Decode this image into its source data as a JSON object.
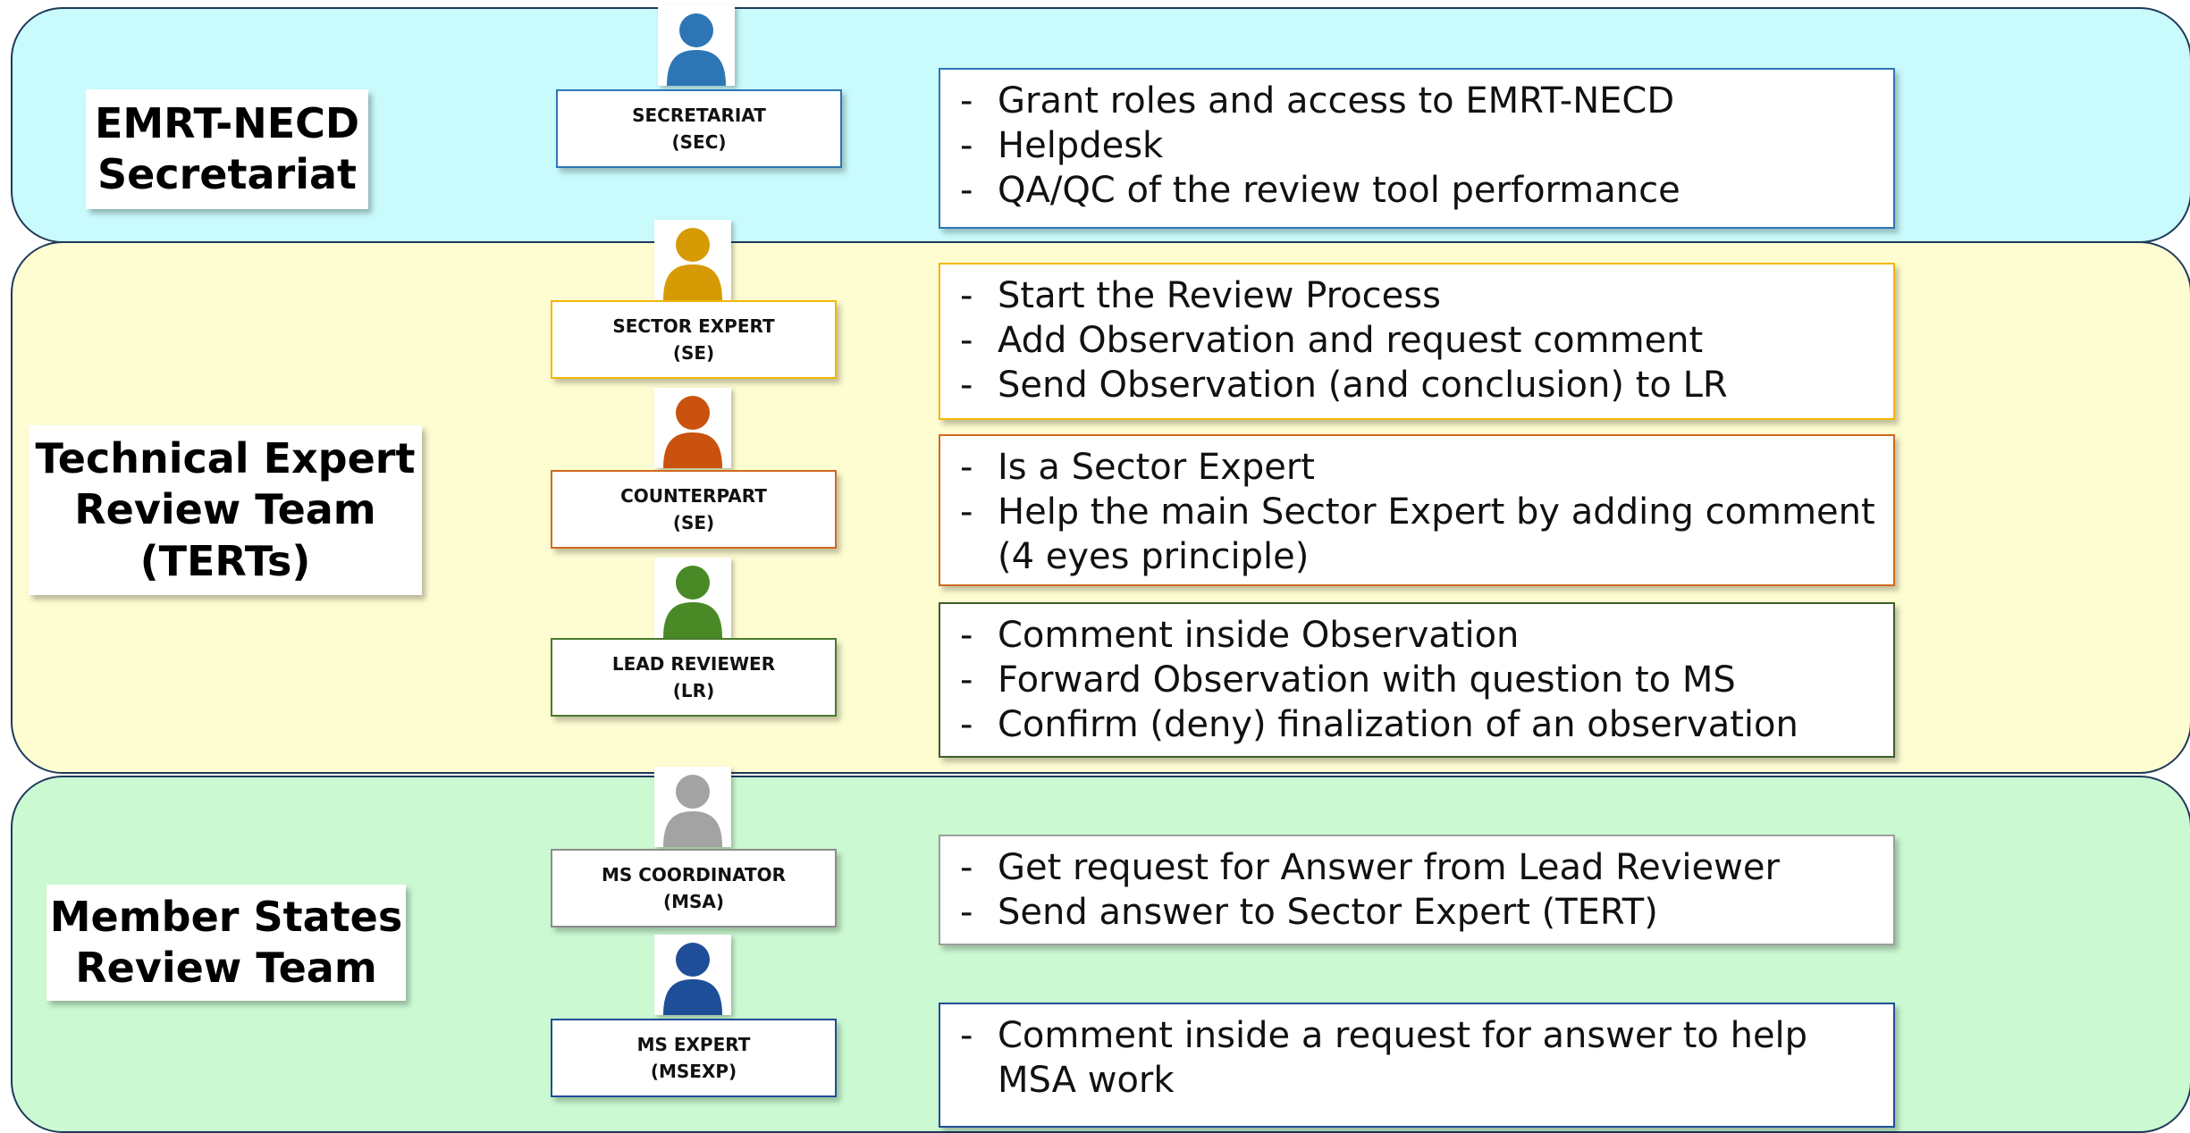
{
  "groups": {
    "secretariat": {
      "label": "EMRT-NECD\nSecretariat"
    },
    "tert": {
      "label": "Technical Expert\nReview Team\n(TERTs)"
    },
    "member_states": {
      "label": "Member States\nReview Team"
    }
  },
  "roles": [
    {
      "key": "sec",
      "line1": "SECRETARIAT",
      "line2": "(SEC)",
      "color": "#2e75b6",
      "icon": "person-icon",
      "responsibilities": [
        "Grant roles and access to EMRT-NECD",
        "Helpdesk",
        "QA/QC of the review tool performance"
      ]
    },
    {
      "key": "se",
      "line1": "SECTOR EXPERT",
      "line2": "(SE)",
      "color": "#f2b705",
      "icon": "person-icon",
      "responsibilities": [
        "Start the Review Process",
        "Add Observation and request comment",
        "Send Observation (and conclusion) to LR"
      ]
    },
    {
      "key": "cp",
      "line1": "COUNTERPART",
      "line2": "(SE)",
      "color": "#d2691e",
      "icon": "person-icon",
      "responsibilities": [
        "Is a Sector Expert",
        "Help the main Sector Expert by adding comment\n(4 eyes principle)"
      ]
    },
    {
      "key": "lr",
      "line1": "LEAD REVIEWER",
      "line2": "(LR)",
      "color": "#4a7a2c",
      "icon": "person-icon",
      "responsibilities": [
        "Comment inside Observation",
        "Forward Observation with question to MS",
        "Confirm (deny) finalization of an observation"
      ]
    },
    {
      "key": "msa",
      "line1": "MS COORDINATOR",
      "line2": "(MSA)",
      "color": "#9e9e9e",
      "icon": "person-icon",
      "responsibilities": [
        "Get request for Answer from Lead Reviewer",
        "Send answer to Sector Expert (TERT)"
      ]
    },
    {
      "key": "msexp",
      "line1": "MS EXPERT",
      "line2": "(MSEXP)",
      "color": "#1f4e99",
      "icon": "person-icon",
      "responsibilities": [
        "Comment inside a request for answer to help\nMSA work"
      ]
    }
  ],
  "colors": {
    "secretariat_band": "#c9fbfd",
    "tert_band": "#fefdd2",
    "member_states_band": "#cbfad2",
    "sec_box_border": "#2e75b6",
    "se_box_border": "#f2b705",
    "cp_box_border": "#d2691e",
    "lr_box_border": "#4a7a2c",
    "msa_box_border": "#9e9e9e",
    "msexp_box_border": "#1f4e99"
  }
}
